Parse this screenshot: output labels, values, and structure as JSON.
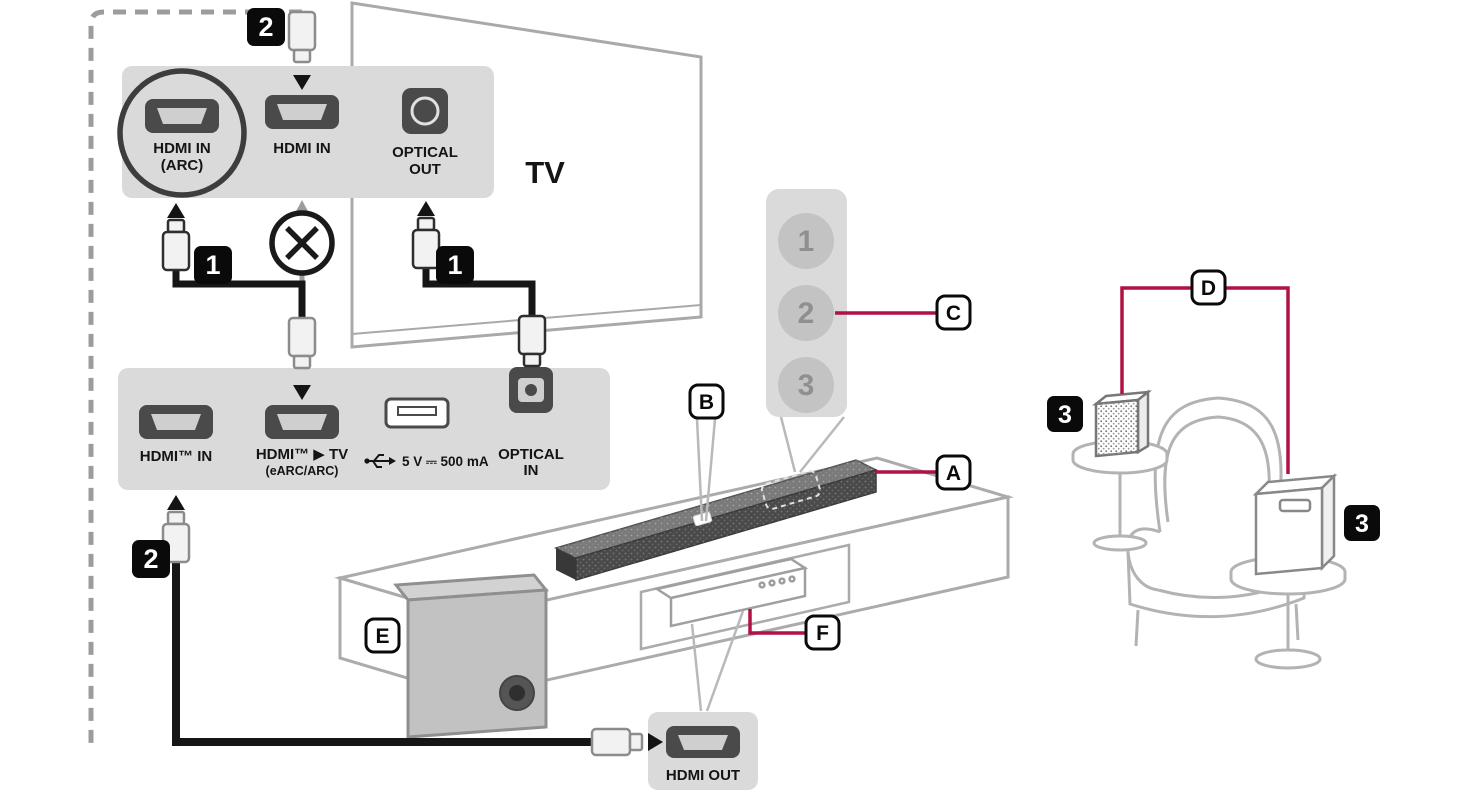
{
  "diagram": {
    "tv": {
      "label": "TV",
      "hdmi_arc_port": {
        "line1": "HDMI IN",
        "line2": "(ARC)"
      },
      "hdmi_in_port": "HDMI IN",
      "optical_out_port": {
        "line1": "OPTICAL",
        "line2": "OUT"
      }
    },
    "soundbar_panel": {
      "hdmi_in_port": "HDMI™ IN",
      "hdmi_tv_port": {
        "line1": "HDMI™ ▶ TV",
        "line2": "(eARC/ARC)"
      },
      "usb_port_label": "5 V ⎓ 500 mA",
      "optical_in_port": {
        "line1": "OPTICAL",
        "line2": "IN"
      }
    },
    "player_panel": {
      "hdmi_out_port": "HDMI OUT"
    },
    "selector": {
      "options": [
        "1",
        "2",
        "3"
      ]
    },
    "steps": {
      "one": "1",
      "two": "2",
      "three": "3"
    },
    "callouts": {
      "a": "A",
      "b": "B",
      "c": "C",
      "d": "D",
      "e": "E",
      "f": "F"
    },
    "colors": {
      "accent_red": "#b01243",
      "panel_gray": "#dadada",
      "port_dark": "#4a4a4a",
      "cable_black": "#161616",
      "dash_gray": "#9c9c9c",
      "sketch_gray": "#adadad"
    }
  }
}
